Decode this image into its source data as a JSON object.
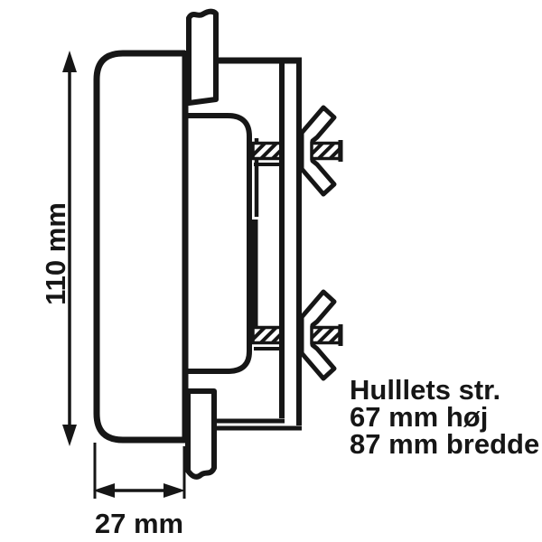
{
  "colors": {
    "ink": "#161616",
    "background": "#ffffff"
  },
  "drawing": {
    "height_dimension_label": "110 mm",
    "depth_dimension_label": "27 mm",
    "hole_note": {
      "title": "Hulllets str.",
      "height_line": "67 mm høj",
      "width_line": "87 mm bredde"
    }
  }
}
